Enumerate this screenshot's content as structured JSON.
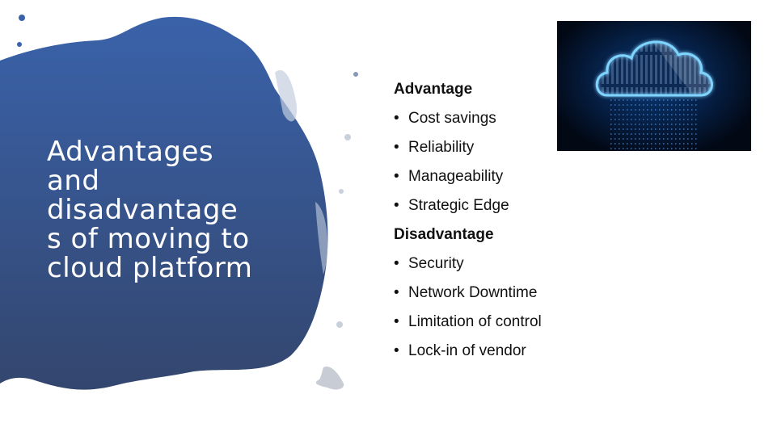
{
  "slide": {
    "title": "Advantages and disadvantages of moving to cloud platform",
    "title_lines": [
      "Advantages",
      "and",
      "disadvantage",
      "s of moving to",
      "cloud platform"
    ],
    "accent_color": "#3a5a9c",
    "sections": [
      {
        "heading": "Advantage",
        "items": [
          "Cost savings",
          "Reliability",
          "Manageability",
          "Strategic Edge"
        ]
      },
      {
        "heading": "Disadvantage",
        "items": [
          "Security",
          "Network Downtime",
          "Limitation of control",
          "Lock-in of vendor"
        ]
      }
    ],
    "bullet_glyph": "•",
    "image": {
      "icon": "cloud-server-icon"
    }
  }
}
